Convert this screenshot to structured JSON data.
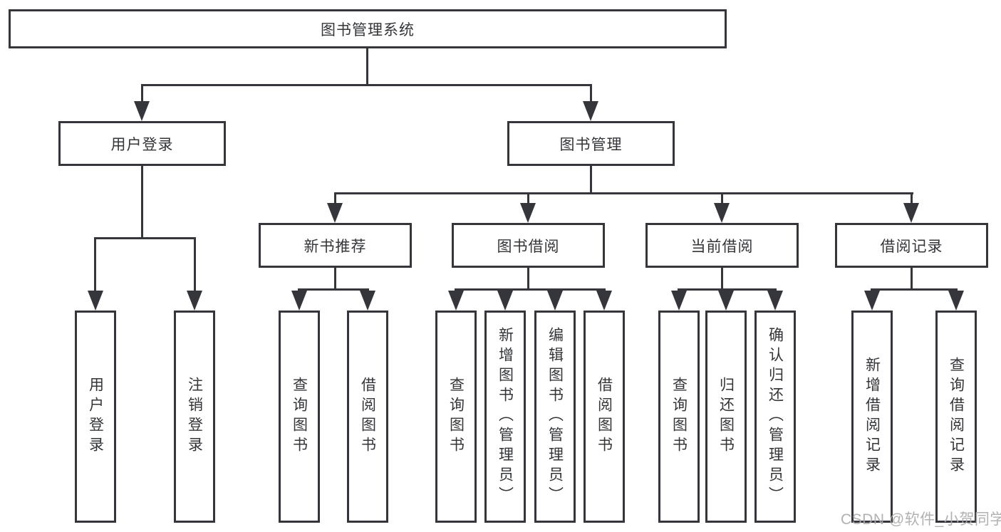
{
  "diagram": {
    "type": "hierarchy-tree",
    "root": {
      "label": "图书管理系统"
    },
    "level2": [
      {
        "label": "用户登录",
        "leaves": [
          "用户登录",
          "注销登录"
        ]
      },
      {
        "label": "图书管理",
        "children": [
          {
            "label": "新书推荐",
            "leaves": [
              "查询图书",
              "借阅图书"
            ]
          },
          {
            "label": "图书借阅",
            "leaves": [
              "查询图书",
              "新增图书（管理员）",
              "编辑图书（管理员）",
              "借阅图书"
            ]
          },
          {
            "label": "当前借阅",
            "leaves": [
              "查询图书",
              "归还图书",
              "确认归还（管理员）"
            ]
          },
          {
            "label": "借阅记录",
            "leaves": [
              "新增借阅记录",
              "查询借阅记录"
            ]
          }
        ]
      }
    ],
    "watermark": "CSDN @软件_小贺同学",
    "colors": {
      "line": "#34363b",
      "text": "#333539",
      "background": "#ffffff",
      "watermark": "#ababab"
    }
  }
}
